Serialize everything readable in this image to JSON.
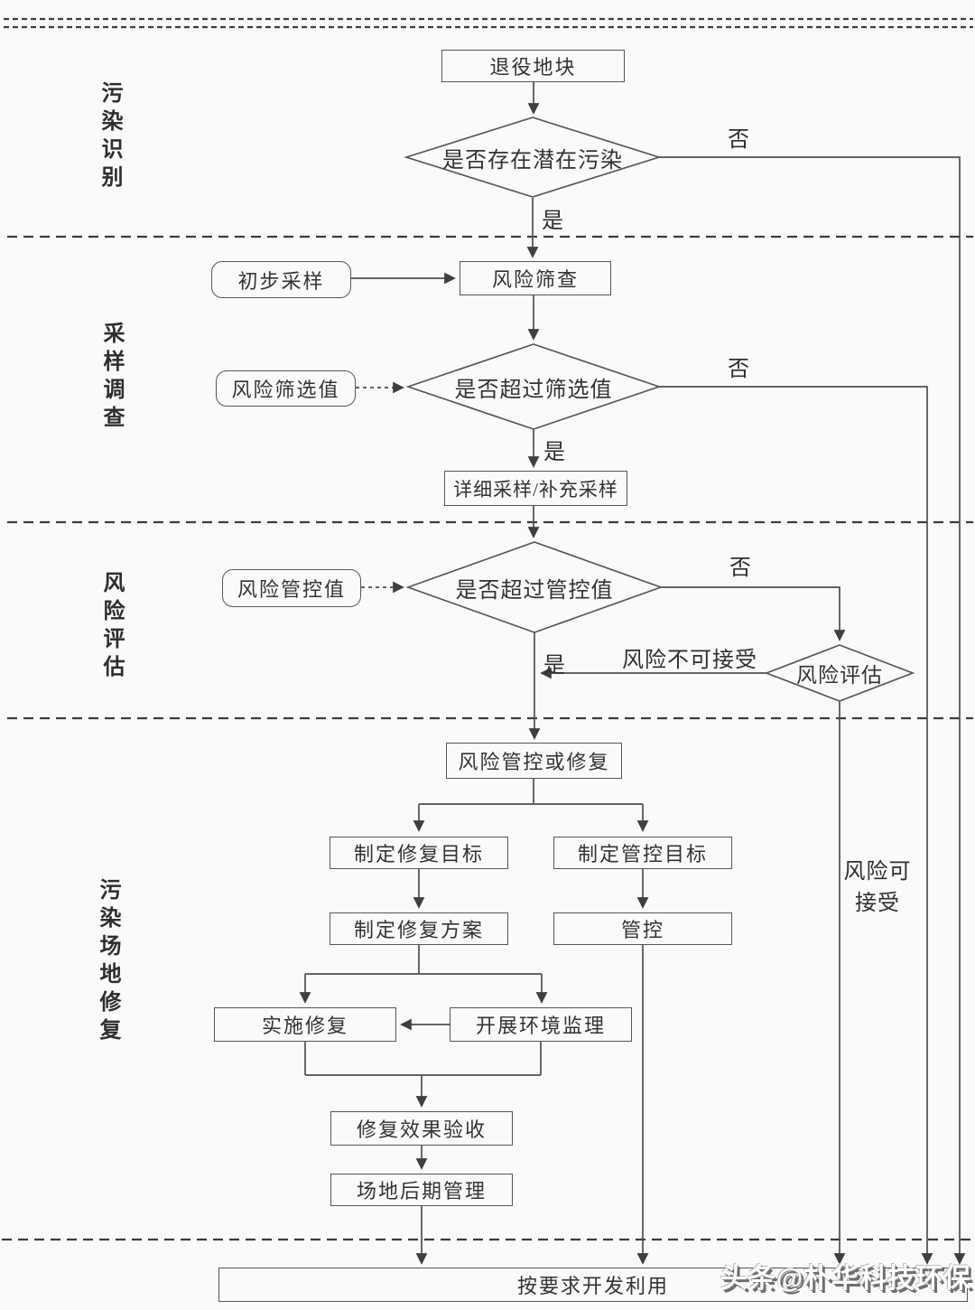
{
  "phases": {
    "identification": "污染识别",
    "sampling": "采样调查",
    "risk_assessment": "风险评估",
    "remediation": "污染场地修复"
  },
  "nodes": {
    "decommissioned_site": "退役地块",
    "potential_contamination": "是否存在潜在污染",
    "preliminary_sampling": "初步采样",
    "risk_screening": "风险筛查",
    "risk_screening_value": "风险筛选值",
    "exceed_screening_value": "是否超过筛选值",
    "detailed_sampling": "详细采样/补充采样",
    "risk_control_value": "风险管控值",
    "exceed_control_value": "是否超过管控值",
    "risk_assessment": "风险评估",
    "risk_control_or_remediation": "风险管控或修复",
    "set_remediation_target": "制定修复目标",
    "set_control_target": "制定管控目标",
    "make_remediation_plan": "制定修复方案",
    "control": "管控",
    "implement_remediation": "实施修复",
    "environmental_supervision": "开展环境监理",
    "remediation_acceptance": "修复效果验收",
    "site_post_management": "场地后期管理",
    "develop_as_required": "按要求开发利用"
  },
  "labels": {
    "yes1": "是",
    "yes2": "是",
    "yes3": "是",
    "no1": "否",
    "no2": "否",
    "no3": "否",
    "risk_unacceptable": "风险不可接受",
    "risk_acceptable": "风险可接受"
  },
  "watermark": "头条@朴华科技环保",
  "colors": {
    "line": "#4f4f4f",
    "text": "#333333",
    "background": "#fafafa",
    "watermark_fill": "#ffffff",
    "watermark_shadow": "#6f6f6f"
  }
}
